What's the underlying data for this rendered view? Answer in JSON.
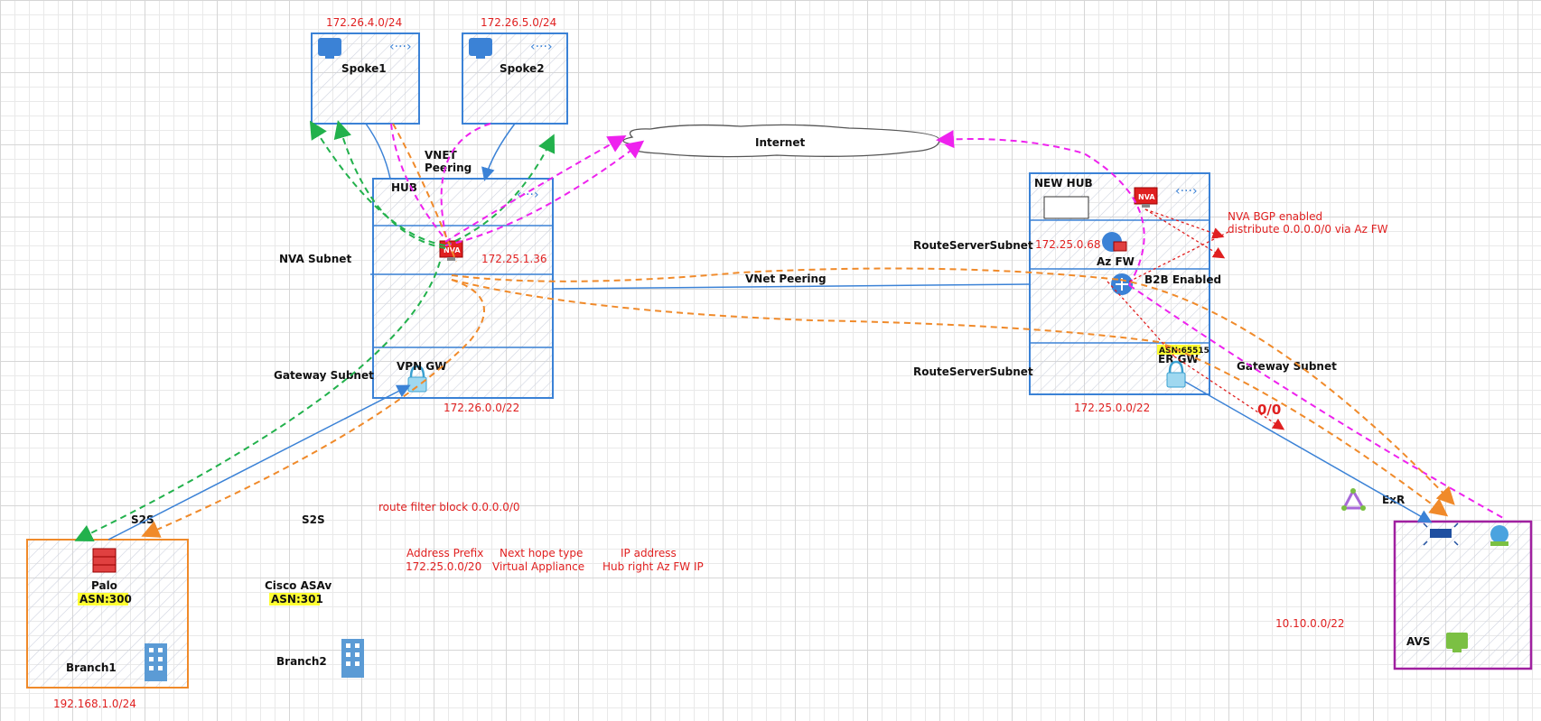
{
  "colors": {
    "blue": "#3b82d6",
    "green": "#22b14c",
    "magenta": "#ee22ee",
    "orange": "#f08a2a",
    "red": "#e02020",
    "purple": "#a020a0",
    "highlight": "#ffff33"
  },
  "spokes": {
    "spoke1": {
      "name": "Spoke1",
      "prefix": "172.26.4.0/24"
    },
    "spoke2": {
      "name": "Spoke2",
      "prefix": "172.26.5.0/24"
    }
  },
  "internet": {
    "label": "Internet"
  },
  "hub": {
    "name": "HUB",
    "prefix": "172.26.0.0/22",
    "nva_ip": "172.25.1.36",
    "nva_subnet_label": "NVA Subnet",
    "gateway_subnet_label": "Gateway Subnet",
    "vpn_gw_label": "VPN GW",
    "peering_label": "VNET\nPeering",
    "nva_badge": "NVA"
  },
  "new_hub": {
    "name": "NEW HUB",
    "prefix": "172.25.0.0/22",
    "route_server_label_1": "RouteServerSubnet",
    "route_server_label_2": "RouteServerSubnet",
    "az_fw_ip": "172.25.0.68",
    "az_fw_label": "Az FW",
    "b2b_label": "B2B Enabled",
    "er_gw_label": "ER GW",
    "er_asn": "ASN:65515",
    "gateway_subnet_label": "Gateway Subnet",
    "nva_badge": "NVA"
  },
  "vnet_peering_label": "VNet Peering",
  "nva_bgp_note": [
    "NVA BGP enabled",
    "distribute 0.0.0.0/0 via Az FW"
  ],
  "default_route_label": "0/0",
  "branch1": {
    "device": "Palo",
    "asn": "ASN:300",
    "name": "Branch1",
    "prefix": "192.168.1.0/24",
    "link_label": "S2S"
  },
  "branch2": {
    "device": "Cisco ASAv",
    "asn": "ASN:301",
    "name": "Branch2",
    "link_label": "S2S"
  },
  "route_filter": "route filter block 0.0.0.0/0",
  "route_table": {
    "headers": [
      "Address Prefix",
      "Next hope type",
      "IP address"
    ],
    "row": [
      "172.25.0.0/20",
      "Virtual Appliance",
      "Hub right Az FW IP"
    ]
  },
  "avs": {
    "name": "AVS",
    "prefix": "10.10.0.0/22",
    "link_label": "ExR"
  }
}
